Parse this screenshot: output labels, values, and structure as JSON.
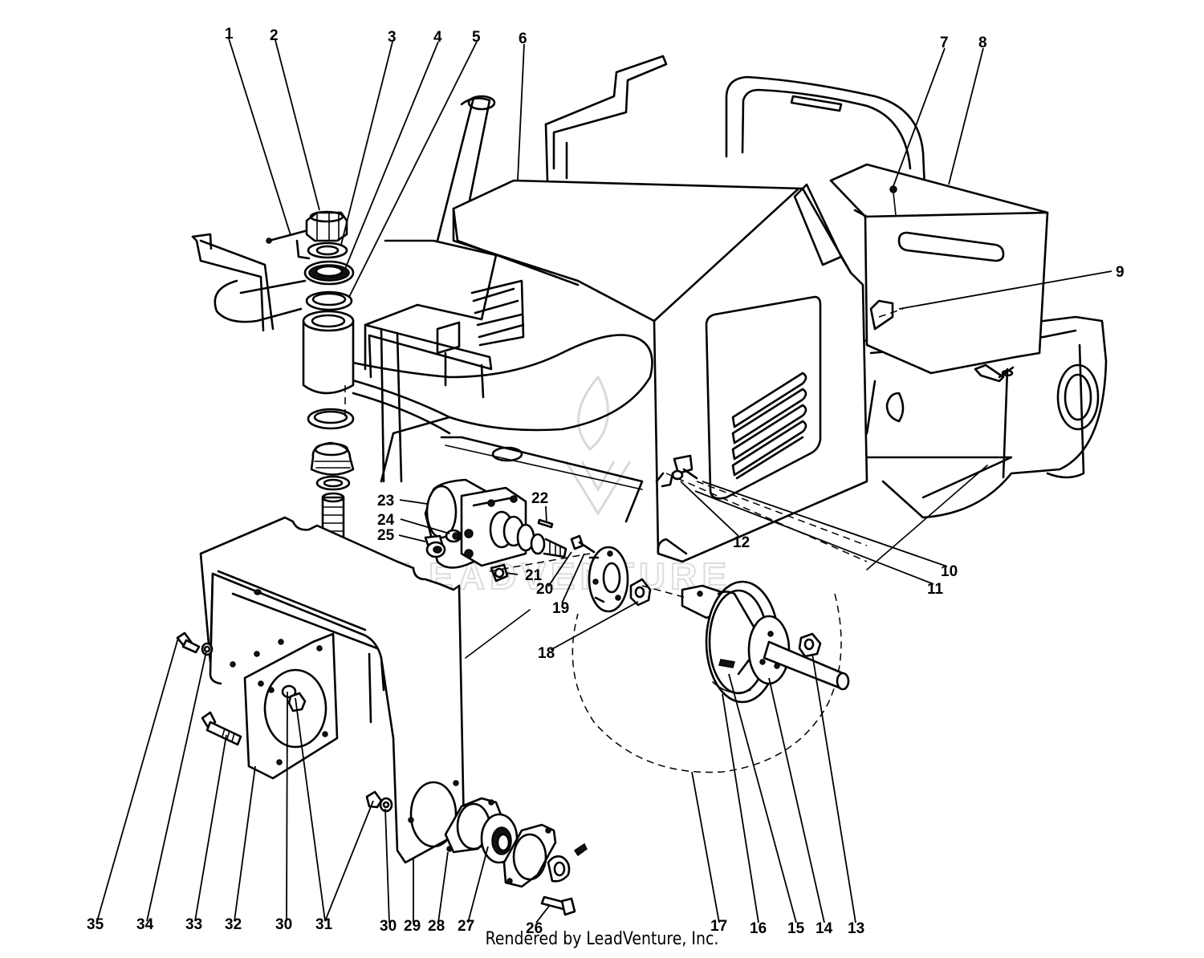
{
  "diagram": {
    "callouts": [
      "1",
      "2",
      "3",
      "4",
      "5",
      "6",
      "7",
      "8",
      "9",
      "10",
      "11",
      "12",
      "13",
      "14",
      "15",
      "16",
      "17",
      "18",
      "19",
      "20",
      "21",
      "22",
      "23",
      "24",
      "25",
      "26",
      "27",
      "28",
      "29",
      "30",
      "30",
      "31",
      "32",
      "33",
      "34",
      "35"
    ],
    "watermark": "LEADVENTURE"
  },
  "footer": {
    "text": "Rendered by LeadVenture, Inc."
  }
}
